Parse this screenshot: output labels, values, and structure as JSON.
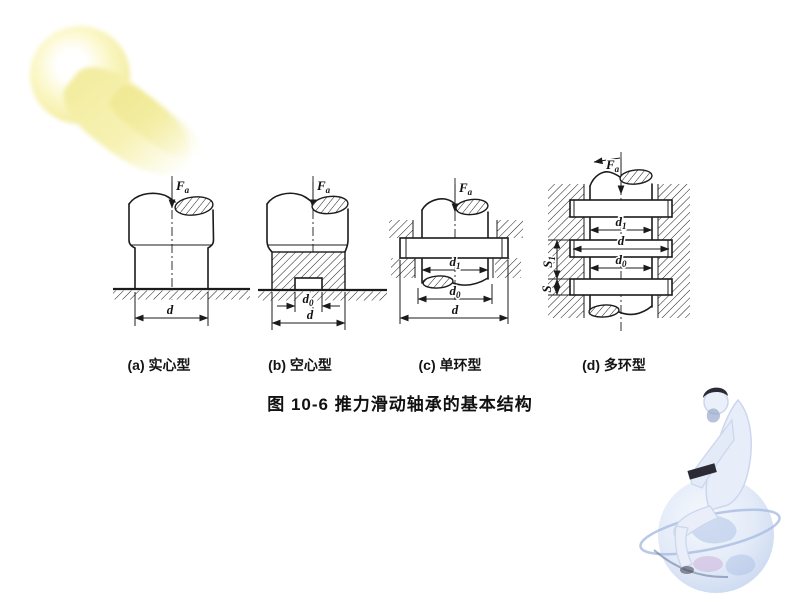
{
  "figure": {
    "caption": "图 10-6  推力滑动轴承的基本结构",
    "diagrams": [
      {
        "caption": "(a) 实心型"
      },
      {
        "caption": "(b) 空心型"
      },
      {
        "caption": "(c) 单环型"
      },
      {
        "caption": "(d) 多环型"
      }
    ],
    "labels": {
      "force": {
        "main": "F",
        "sub": "a"
      },
      "d": "d",
      "d0": {
        "main": "d",
        "sub": "0"
      },
      "d1": {
        "main": "d",
        "sub": "1"
      },
      "s": "S",
      "s1": {
        "main": "S",
        "sub": "1"
      }
    },
    "line_color": "#1b1b1b"
  },
  "decorations": {
    "comet": {
      "label": "yellow-comet-brushstroke",
      "color": "#f3eda0"
    },
    "statue": {
      "label": "thinker-on-globe-watercolor",
      "colors": [
        "#e8eef9",
        "#aabfe6",
        "#2b2b36"
      ]
    }
  }
}
